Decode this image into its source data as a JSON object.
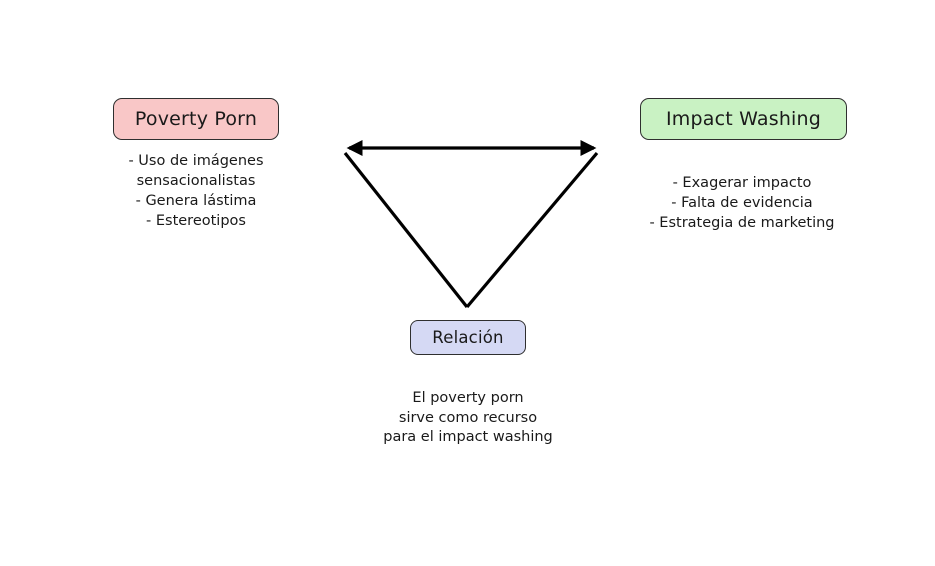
{
  "nodes": {
    "left": {
      "title": "Poverty Porn",
      "bullets": [
        "- Uso de imágenes",
        "sensacionalistas",
        "- Genera lástima",
        "- Estereotipos"
      ]
    },
    "right": {
      "title": "Impact Washing",
      "bullets": [
        "- Exagerar impacto",
        "- Falta de evidencia",
        "- Estrategia de marketing"
      ]
    },
    "bottom": {
      "title": "Relación",
      "caption": [
        "El poverty porn",
        "sirve como recurso",
        "para el impact washing"
      ]
    }
  },
  "colors": {
    "background": "#ffffff",
    "text": "#1a1a1a",
    "node_border": "#2f2f2f",
    "left_bg": "#f9c7c7",
    "right_bg": "#c9f2c3",
    "bottom_bg": "#d5d9f4",
    "arrow": "#000000"
  }
}
